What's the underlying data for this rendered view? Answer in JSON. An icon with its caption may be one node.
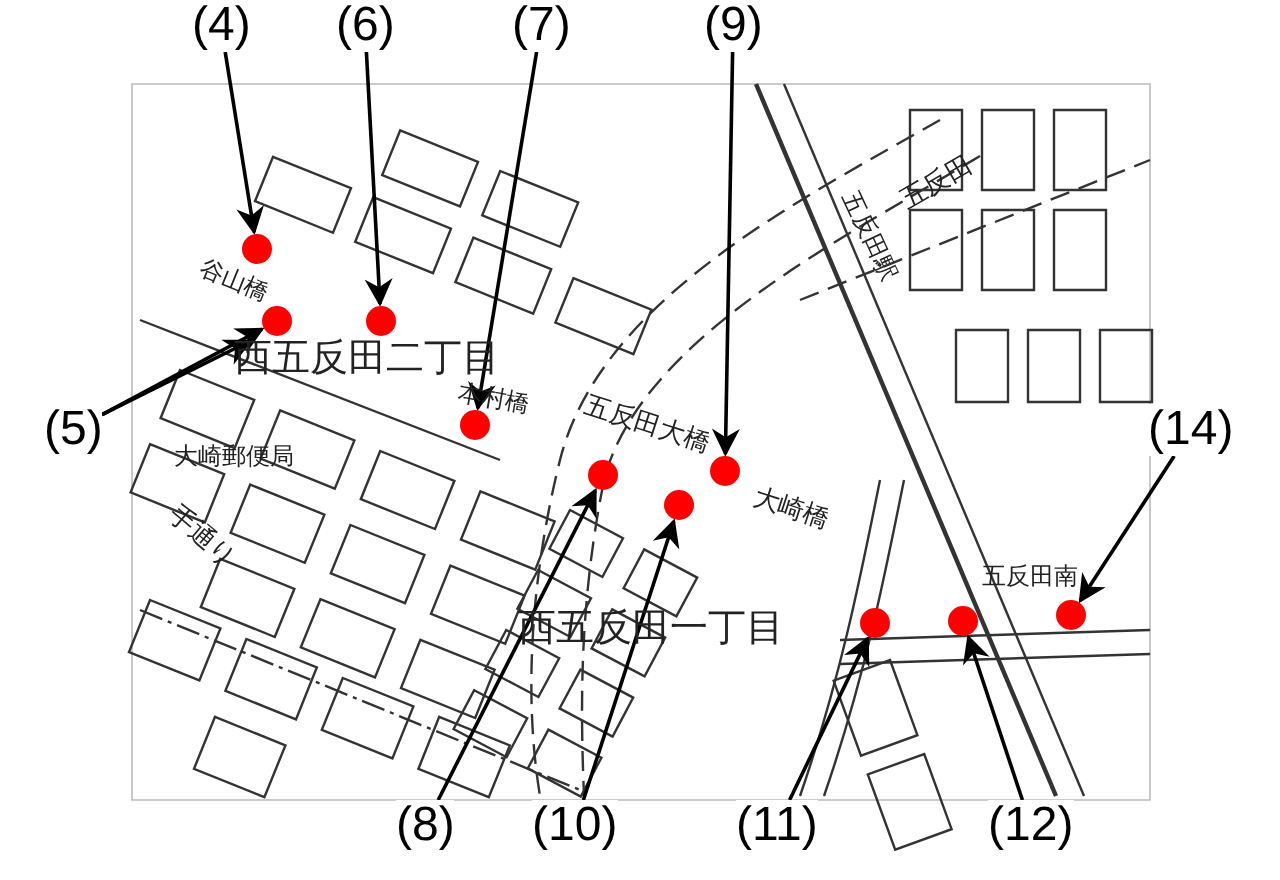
{
  "diagram": {
    "nodes": [
      {
        "text": [
          "(4)"
        ]
      },
      {
        "text": [
          "(6)"
        ]
      },
      {
        "text": [
          "(7)"
        ]
      },
      {
        "text": [
          "(9)"
        ]
      },
      {
        "text": [
          "(5)"
        ]
      },
      {
        "text": [
          "(14)"
        ]
      },
      {
        "text": [
          "(8)"
        ]
      },
      {
        "text": [
          "(10)"
        ]
      },
      {
        "text": [
          "(11)"
        ]
      },
      {
        "text": [
          "(12)"
        ]
      },
      {
        "text": [],
        "shape": "circle"
      },
      {
        "text": [],
        "shape": "circle"
      },
      {
        "text": [],
        "shape": "circle"
      },
      {
        "text": [],
        "shape": "circle"
      },
      {
        "text": [],
        "shape": "circle"
      },
      {
        "text": [],
        "shape": "circle"
      },
      {
        "text": [],
        "shape": "circle"
      },
      {
        "text": [],
        "shape": "circle"
      },
      {
        "text": [],
        "shape": "circle"
      },
      {
        "text": [],
        "shape": "circle"
      }
    ],
    "edges": [
      {
        "from": 0,
        "to": 10,
        "arrow": "to"
      },
      {
        "from": 1,
        "to": 11,
        "arrow": "to"
      },
      {
        "from": 2,
        "to": 12,
        "arrow": "to"
      },
      {
        "from": 3,
        "to": 13,
        "arrow": "to"
      },
      {
        "from": 4,
        "to": 14,
        "arrow": "to"
      },
      {
        "from": 4,
        "to": 14,
        "arrow": "to"
      },
      {
        "from": 5,
        "to": 15,
        "arrow": "to"
      },
      {
        "from": 6,
        "to": 16,
        "arrow": "to"
      },
      {
        "from": 7,
        "to": 17,
        "arrow": "to"
      },
      {
        "from": 8,
        "to": 18,
        "arrow": "to"
      },
      {
        "from": 9,
        "to": 19,
        "arrow": "to"
      }
    ],
    "labels": [
      "五反田",
      "谷山橋",
      "五反田駅",
      "西五反田二丁目",
      "本村橋",
      "大崎郵便局",
      "五反田大橋",
      "大崎橋",
      "手通り",
      "西五反田一丁目",
      "五反田南"
    ]
  }
}
